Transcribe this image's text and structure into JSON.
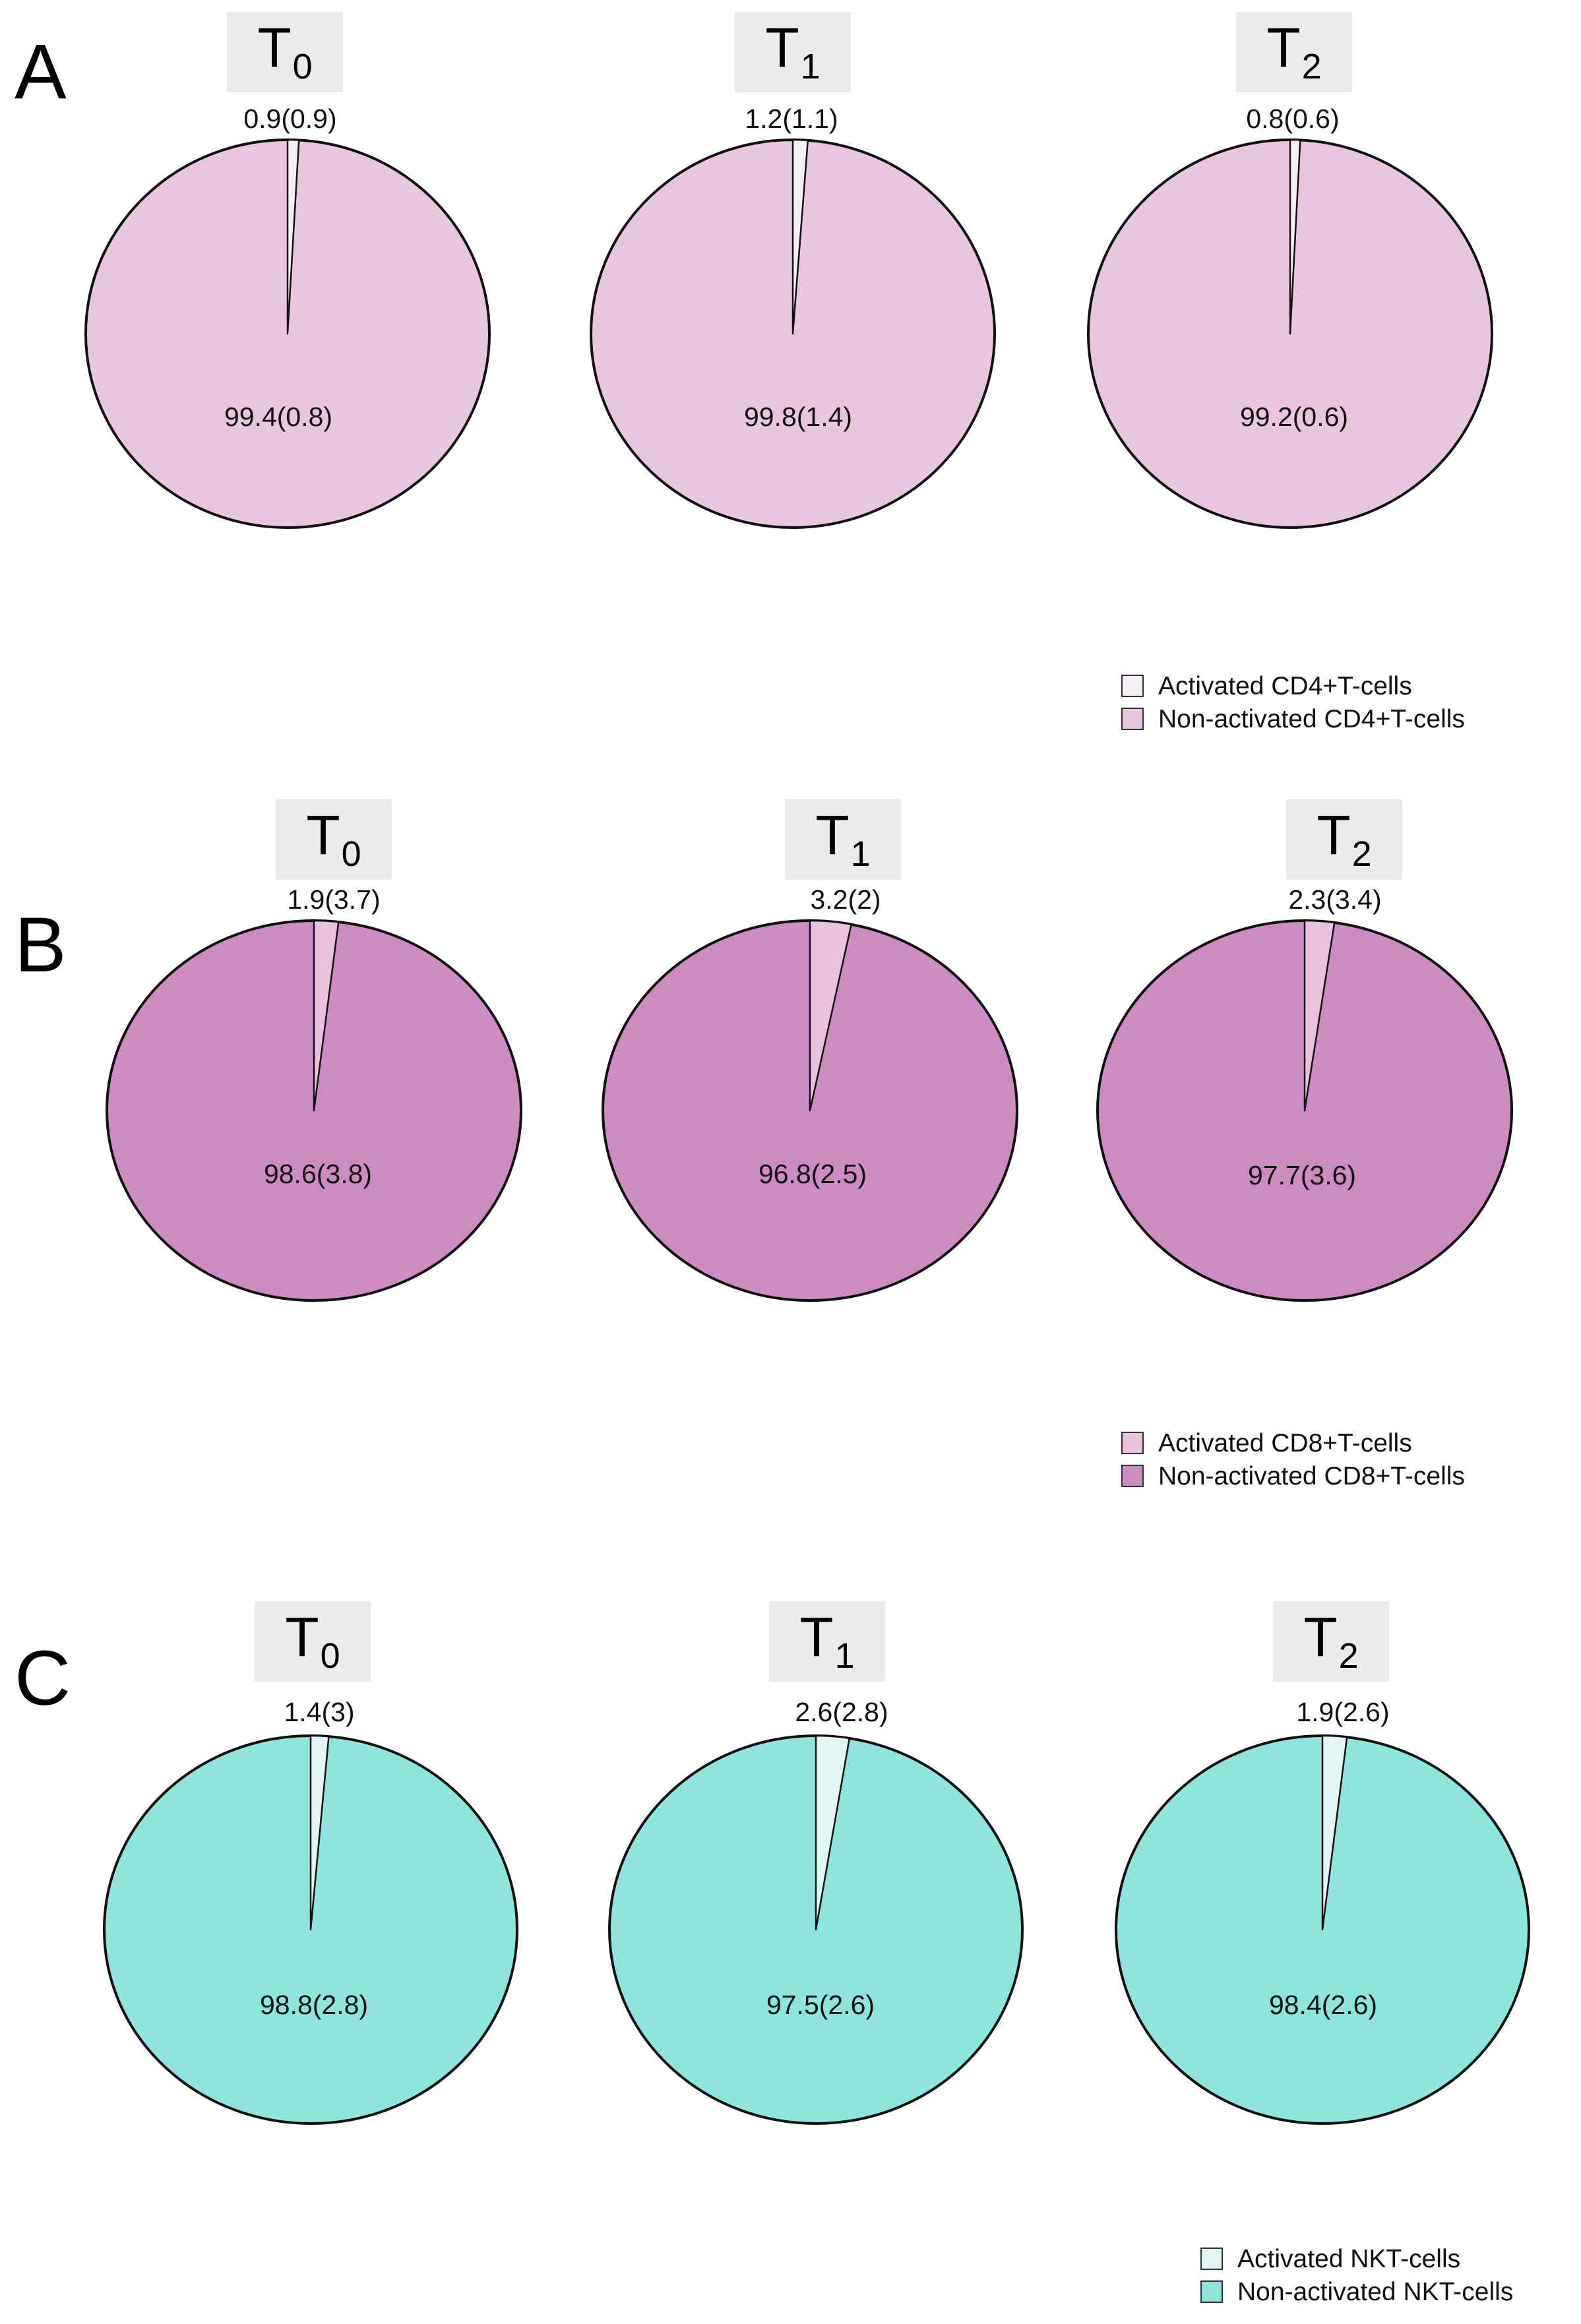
{
  "chart_data": [
    {
      "type": "pie",
      "panel": "A",
      "colors": {
        "activated": "#f5eef4",
        "non_activated": "#e8c6e0"
      },
      "legend": [
        "Activated CD4+T-cells",
        "Non-activated CD4+T-cells"
      ],
      "pies": [
        {
          "time": "T",
          "sub": "0",
          "activated": 0.9,
          "activated_label": "0.9(0.9)",
          "non_activated": 99.4,
          "non_activated_label": "99.4(0.8)"
        },
        {
          "time": "T",
          "sub": "1",
          "activated": 1.2,
          "activated_label": "1.2(1.1)",
          "non_activated": 99.8,
          "non_activated_label": "99.8(1.4)"
        },
        {
          "time": "T",
          "sub": "2",
          "activated": 0.8,
          "activated_label": "0.8(0.6)",
          "non_activated": 99.2,
          "non_activated_label": "99.2(0.6)"
        }
      ]
    },
    {
      "type": "pie",
      "panel": "B",
      "colors": {
        "activated": "#e8c2df",
        "non_activated": "#cc8bc1"
      },
      "legend": [
        "Activated CD8+T-cells",
        "Non-activated CD8+T-cells"
      ],
      "pies": [
        {
          "time": "T",
          "sub": "0",
          "activated": 1.9,
          "activated_label": "1.9(3.7)",
          "non_activated": 98.6,
          "non_activated_label": "98.6(3.8)"
        },
        {
          "time": "T",
          "sub": "1",
          "activated": 3.2,
          "activated_label": "3.2(2)",
          "non_activated": 96.8,
          "non_activated_label": "96.8(2.5)"
        },
        {
          "time": "T",
          "sub": "2",
          "activated": 2.3,
          "activated_label": "2.3(3.4)",
          "non_activated": 97.7,
          "non_activated_label": "97.7(3.6)"
        }
      ]
    },
    {
      "type": "pie",
      "panel": "C",
      "colors": {
        "activated": "#e2f7f4",
        "non_activated": "#8ee5dd"
      },
      "legend": [
        "Activated NKT-cells",
        "Non-activated NKT-cells"
      ],
      "pies": [
        {
          "time": "T",
          "sub": "0",
          "activated": 1.4,
          "activated_label": "1.4(3)",
          "non_activated": 98.8,
          "non_activated_label": "98.8(2.8)"
        },
        {
          "time": "T",
          "sub": "1",
          "activated": 2.6,
          "activated_label": "2.6(2.8)",
          "non_activated": 97.5,
          "non_activated_label": "97.5(2.6)"
        },
        {
          "time": "T",
          "sub": "2",
          "activated": 1.9,
          "activated_label": "1.9(2.6)",
          "non_activated": 98.4,
          "non_activated_label": "98.4(2.6)"
        }
      ]
    }
  ]
}
